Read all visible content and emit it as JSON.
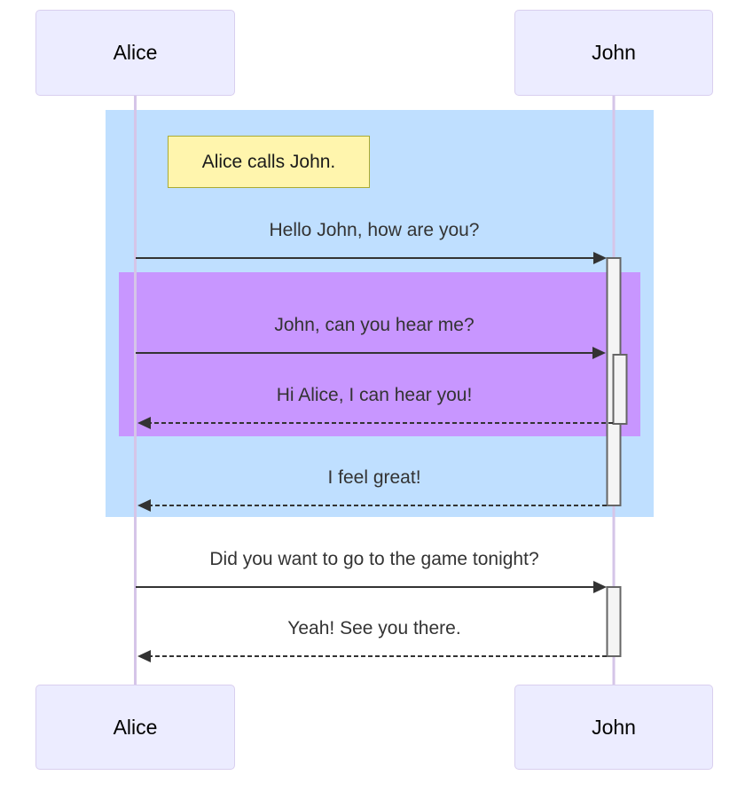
{
  "actors": [
    {
      "label": "Alice"
    },
    {
      "label": "John"
    }
  ],
  "note": {
    "text": "Alice calls John."
  },
  "messages": [
    {
      "text": "Hello John, how are you?",
      "from": "Alice",
      "to": "John",
      "line": "solid"
    },
    {
      "text": "John, can you hear me?",
      "from": "Alice",
      "to": "John",
      "line": "solid"
    },
    {
      "text": "Hi Alice, I can hear you!",
      "from": "John",
      "to": "Alice",
      "line": "dashed"
    },
    {
      "text": "I feel great!",
      "from": "John",
      "to": "Alice",
      "line": "dashed"
    },
    {
      "text": "Did you want to go to the game tonight?",
      "from": "Alice",
      "to": "John",
      "line": "solid"
    },
    {
      "text": "Yeah! See you there.",
      "from": "John",
      "to": "Alice",
      "line": "dashed"
    }
  ],
  "colors": {
    "highlight_blue": "#BFDFFF",
    "highlight_purple": "#C896FF",
    "note_fill": "#FFF5AD",
    "note_border": "#AAAA33",
    "actor_fill": "#ECECFF",
    "actor_border": "#D9CFEF",
    "lifeline": "#D5C5E8",
    "activation_fill": "#F4F4F4",
    "activation_border": "#666666",
    "message_text": "#333333",
    "arrow": "#333333"
  }
}
